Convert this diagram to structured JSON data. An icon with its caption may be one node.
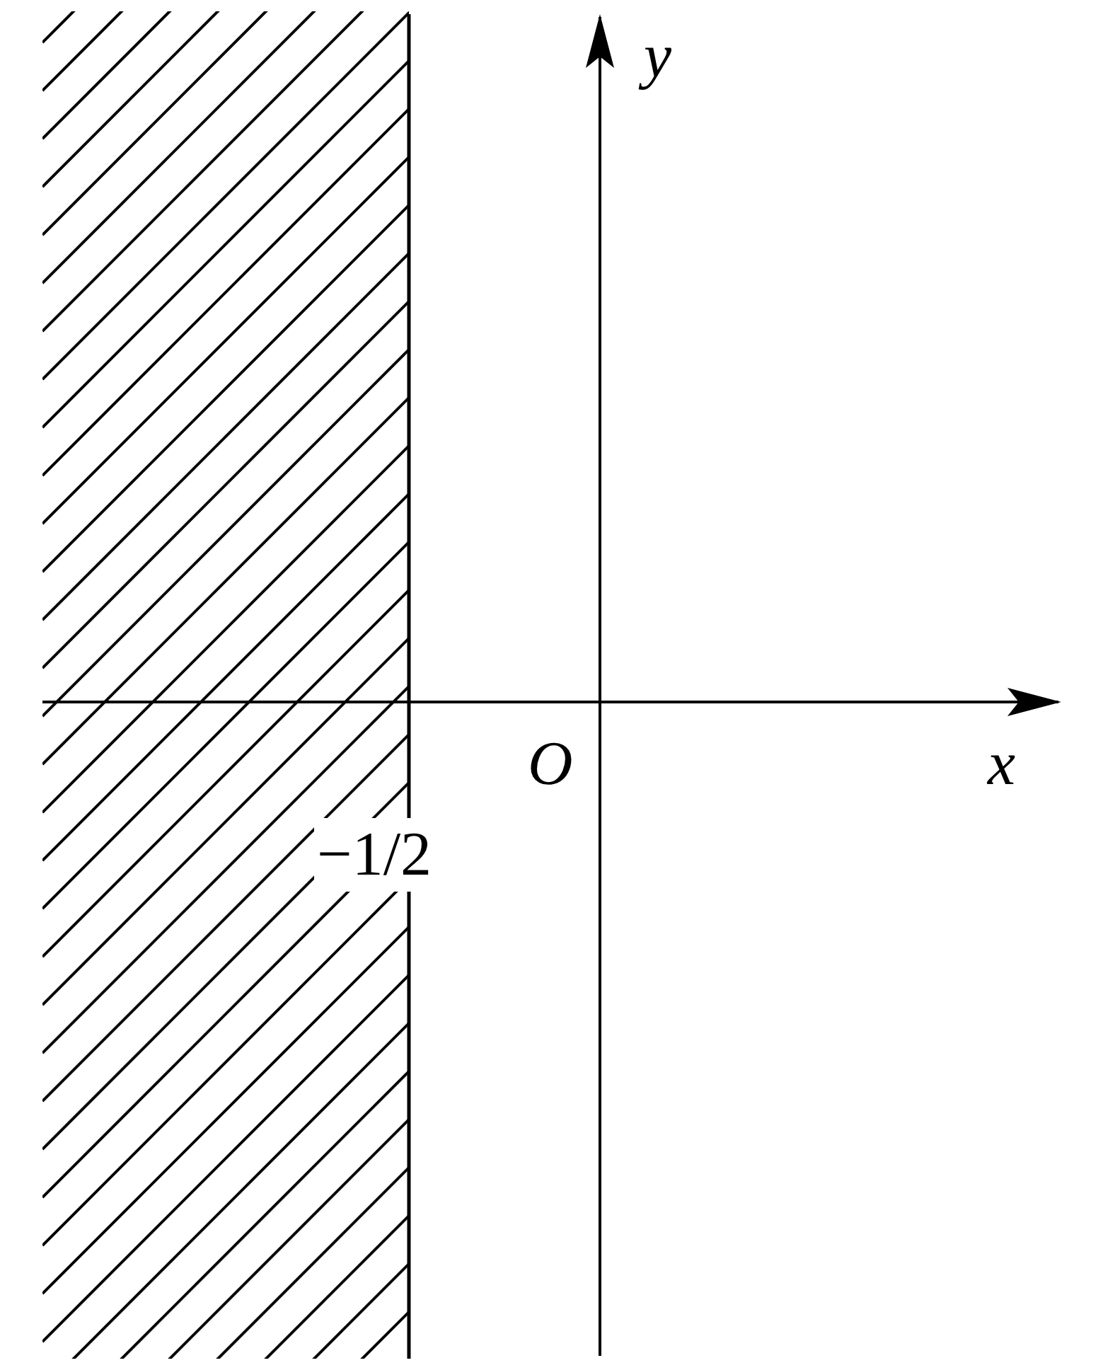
{
  "diagram": {
    "labels": [
      "y",
      "O",
      "x",
      "−1/2"
    ]
  }
}
